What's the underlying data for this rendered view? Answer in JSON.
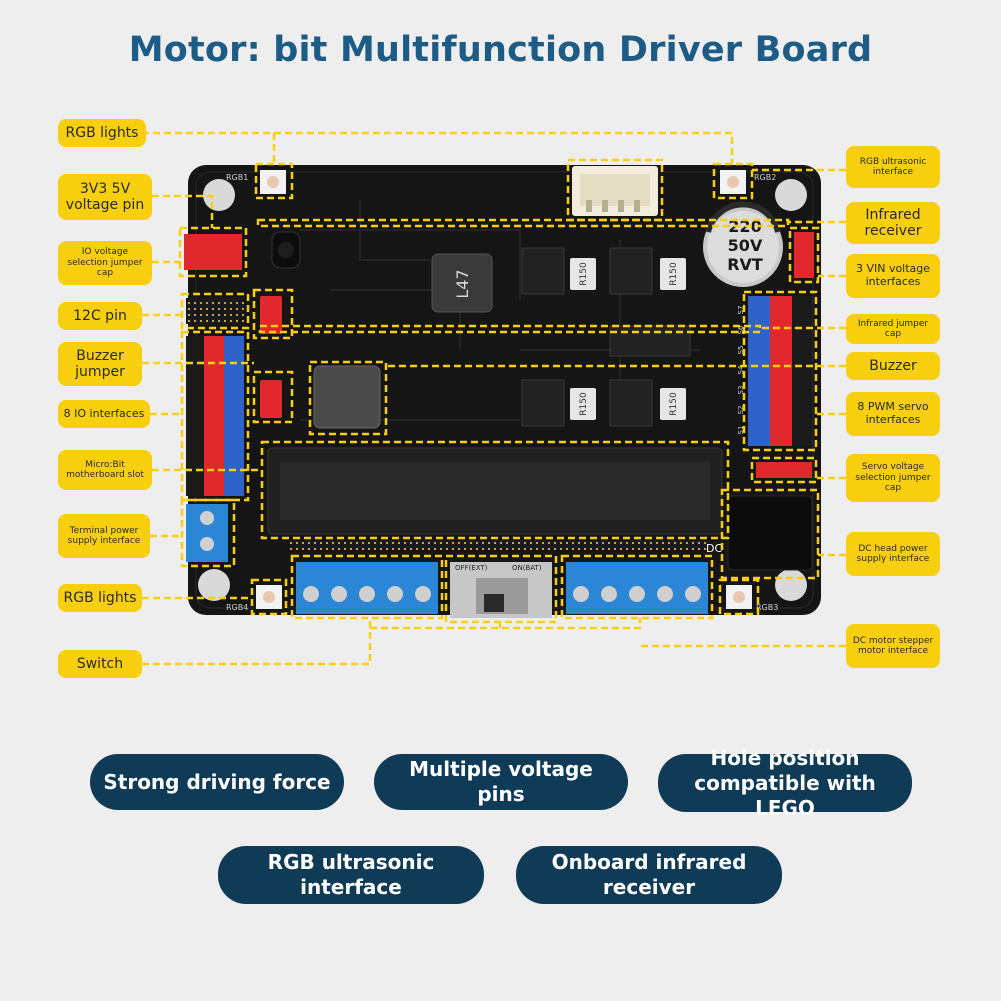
{
  "title": "Motor: bit Multifunction Driver Board",
  "board": {
    "silk": {
      "rgb1": "RGB1",
      "rgb2": "RGB2",
      "rgb3": "RGB3",
      "rgb4": "RGB4",
      "capacitor": [
        "220",
        "50V",
        "RVT"
      ],
      "chip": "L47",
      "resistor": "R150",
      "switch_off": "OFF(EXT)",
      "switch_on": "ON(BAT)",
      "dc": "DC",
      "s_labels": [
        "S7",
        "S6",
        "S5",
        "S4",
        "S3",
        "S2",
        "S1"
      ]
    }
  },
  "callouts_left": [
    {
      "id": "rgb-lights-top",
      "label": "RGB lights"
    },
    {
      "id": "3v3-5v-voltage-pin",
      "label": "3V3 5V voltage pin"
    },
    {
      "id": "io-voltage-selection-jumper-cap",
      "label": "IO voltage selection jumper cap"
    },
    {
      "id": "i2c-pin",
      "label": "12C pin"
    },
    {
      "id": "buzzer-jumper",
      "label": "Buzzer jumper"
    },
    {
      "id": "8-io-interfaces",
      "label": "8 IO interfaces"
    },
    {
      "id": "microbit-motherboard-slot",
      "label": "Micro:Bit motherboard slot"
    },
    {
      "id": "terminal-power-supply-interface",
      "label": "Terminal power supply interface"
    },
    {
      "id": "rgb-lights-bottom",
      "label": "RGB lights"
    },
    {
      "id": "switch",
      "label": "Switch"
    }
  ],
  "callouts_right": [
    {
      "id": "rgb-ultrasonic-interface",
      "label": "RGB ultrasonic interface"
    },
    {
      "id": "infrared-receiver",
      "label": "Infrared receiver"
    },
    {
      "id": "3-vin-voltage-interfaces",
      "label": "3 VIN voltage interfaces"
    },
    {
      "id": "infrared-jumper-cap",
      "label": "Infrared jumper cap"
    },
    {
      "id": "buzzer",
      "label": "Buzzer"
    },
    {
      "id": "8-pwm-servo-interfaces",
      "label": "8 PWM servo interfaces"
    },
    {
      "id": "servo-voltage-selection-jumper-cap",
      "label": "Servo voltage selection jumper cap"
    },
    {
      "id": "dc-head-power-supply-interface",
      "label": "DC head power supply interface"
    },
    {
      "id": "dc-motor-stepper-motor-interface",
      "label": "DC motor stepper motor interface"
    }
  ],
  "features": [
    {
      "id": "strong-driving-force",
      "label": "Strong driving force"
    },
    {
      "id": "multiple-voltage-pins",
      "label": "Multiple voltage pins"
    },
    {
      "id": "hole-position-compatible-with-lego",
      "label": "Hole position compatible with LEGO"
    },
    {
      "id": "rgb-ultrasonic-interface",
      "label": "RGB ultrasonic interface"
    },
    {
      "id": "onboard-infrared-receiver",
      "label": "Onboard infrared receiver"
    }
  ],
  "colors": {
    "title": "#1d5c86",
    "callout": "#f7cf0f",
    "pill": "#0f3b57",
    "board": "#151515",
    "terminal": "#2c86d6",
    "header_red": "#e0282d",
    "header_blue": "#2f63c8"
  }
}
